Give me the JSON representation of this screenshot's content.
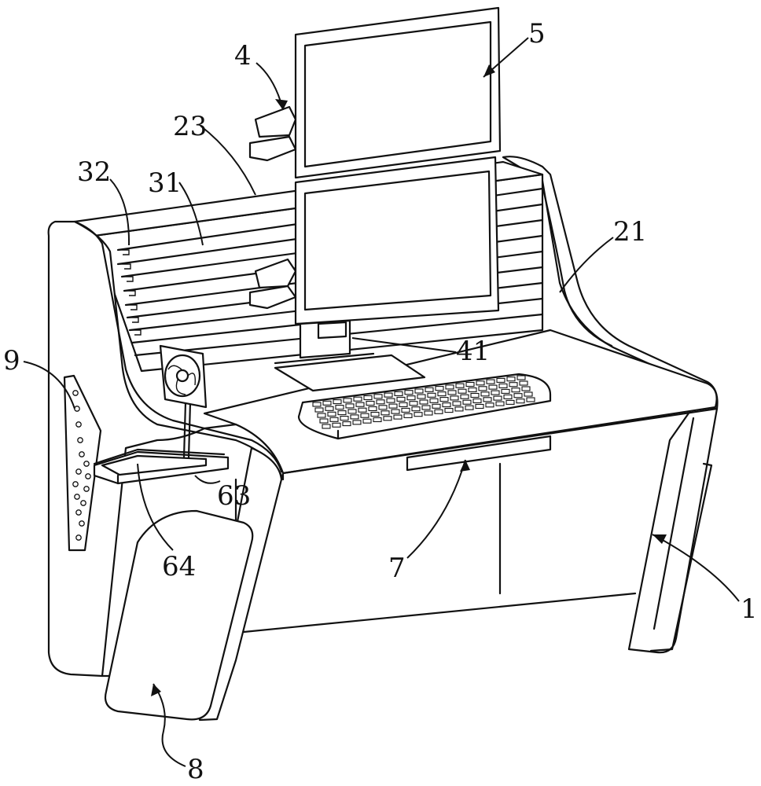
{
  "labels": {
    "l1": "1",
    "l4": "4",
    "l5": "5",
    "l7": "7",
    "l8": "8",
    "l9": "9",
    "l21": "21",
    "l23": "23",
    "l31": "31",
    "l32": "32",
    "l41": "41",
    "l63": "63",
    "l64": "64"
  }
}
